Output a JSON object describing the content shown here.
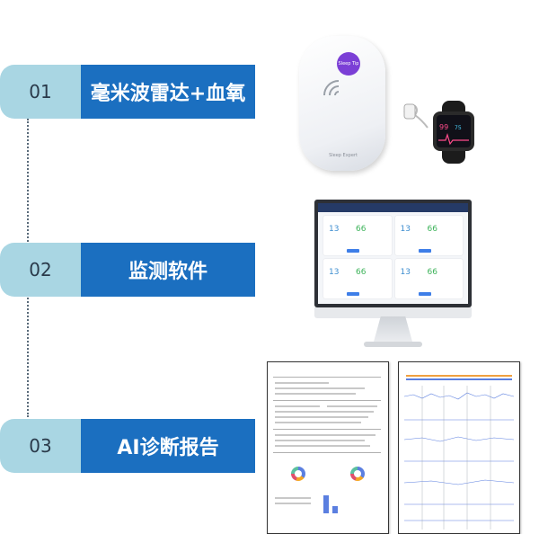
{
  "steps": [
    {
      "num": "01",
      "label": "毫米波雷达+血氧"
    },
    {
      "num": "02",
      "label": "监测软件"
    },
    {
      "num": "03",
      "label": "AI诊断报告"
    }
  ],
  "radar": {
    "logo_text": "Sleep Tip",
    "brand_text": "Sleep Expert"
  },
  "watch": {
    "spo2": "99",
    "hr": "75"
  },
  "software": {
    "cards": [
      {
        "v1": "13",
        "v2": "66"
      },
      {
        "v1": "13",
        "v2": "66"
      },
      {
        "v1": "13",
        "v2": "66"
      },
      {
        "v1": "13",
        "v2": "66"
      }
    ]
  },
  "colors": {
    "step_number_bg": "#a9d6e3",
    "step_label_bg": "#1b6fc0",
    "connector": "#5a6b7a",
    "radar_logo": "#7b3fd6"
  }
}
